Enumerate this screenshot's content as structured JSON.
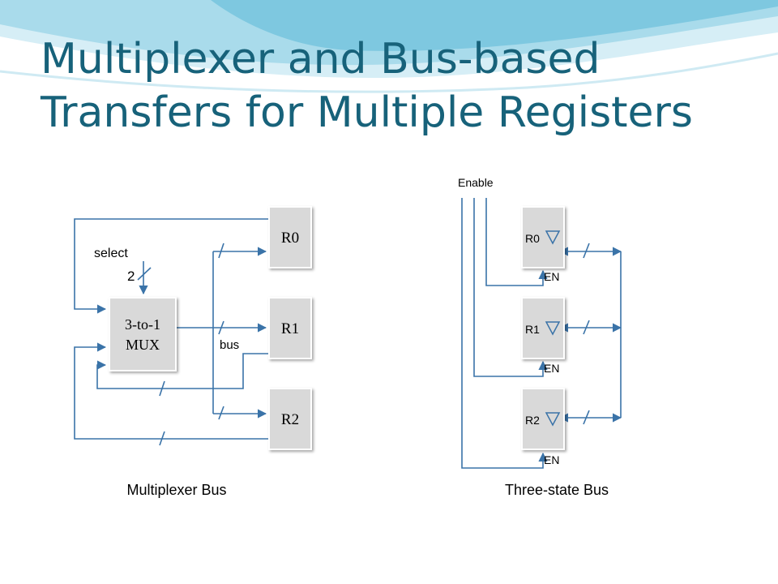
{
  "slide": {
    "title_line1": "Multiplexer and Bus-based",
    "title_line2": "Transfers for Multiple Registers"
  },
  "colors": {
    "title": "#17627a",
    "wire": "#3a73a8",
    "box": "#d9d9d9",
    "wave_light": "#bfe4f0",
    "wave_mid": "#7ec8e0"
  },
  "mux_bus": {
    "mux_label_line1": "3-to-1",
    "mux_label_line2": "MUX",
    "select_label": "select",
    "select_width": "2",
    "bus_label": "bus",
    "registers": [
      "R0",
      "R1",
      "R2"
    ],
    "caption": "Multiplexer Bus"
  },
  "three_state_bus": {
    "enable_label": "Enable",
    "registers": [
      "R0",
      "R1",
      "R2"
    ],
    "enable_pin": "EN",
    "caption": "Three-state Bus"
  }
}
